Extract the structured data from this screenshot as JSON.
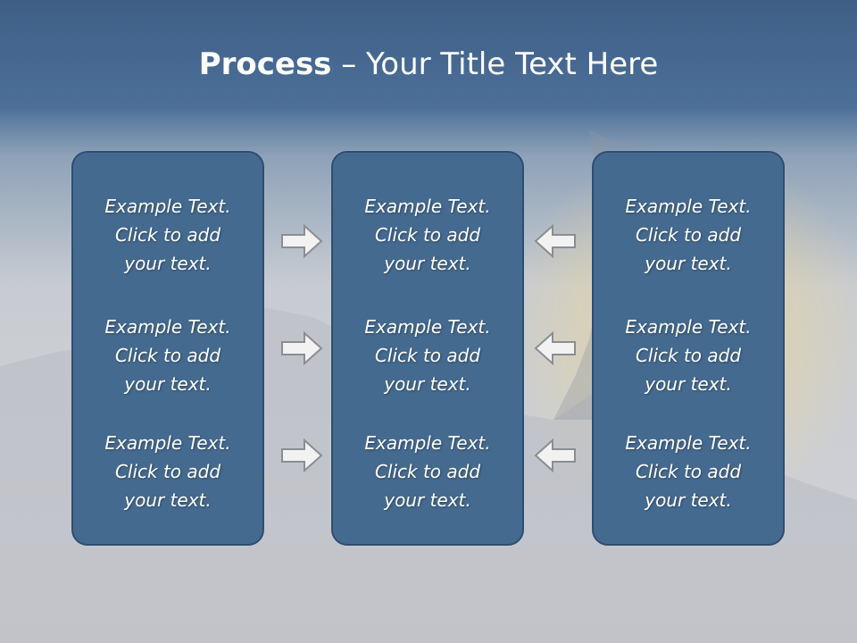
{
  "slide": {
    "title_bold": "Process",
    "title_rest": " – Your Title Text Here"
  },
  "panels": [
    {
      "blocks": [
        {
          "line1": "Example Text.",
          "line2": "Click  to add",
          "line3": "your text."
        },
        {
          "line1": "Example Text.",
          "line2": "Click  to add",
          "line3": "your text."
        },
        {
          "line1": "Example Text.",
          "line2": "Click  to add",
          "line3": "your text."
        }
      ]
    },
    {
      "blocks": [
        {
          "line1": "Example Text.",
          "line2": "Click  to add",
          "line3": "your text."
        },
        {
          "line1": "Example Text.",
          "line2": "Click  to add",
          "line3": "your text."
        },
        {
          "line1": "Example Text.",
          "line2": "Click  to add",
          "line3": "your text."
        }
      ]
    },
    {
      "blocks": [
        {
          "line1": "Example Text.",
          "line2": "Click  to add",
          "line3": "your text."
        },
        {
          "line1": "Example Text.",
          "line2": "Click  to add",
          "line3": "your text."
        },
        {
          "line1": "Example Text.",
          "line2": "Click  to add",
          "line3": "your text."
        }
      ]
    }
  ],
  "arrows": {
    "left_column": [
      "right-arrow-icon",
      "right-arrow-icon",
      "right-arrow-icon"
    ],
    "right_column": [
      "left-arrow-icon",
      "left-arrow-icon",
      "left-arrow-icon"
    ]
  },
  "colors": {
    "header": "#4a6d96",
    "panel_fill": "#456a90",
    "panel_border": "#2f4d70",
    "text": "#ffffff"
  }
}
